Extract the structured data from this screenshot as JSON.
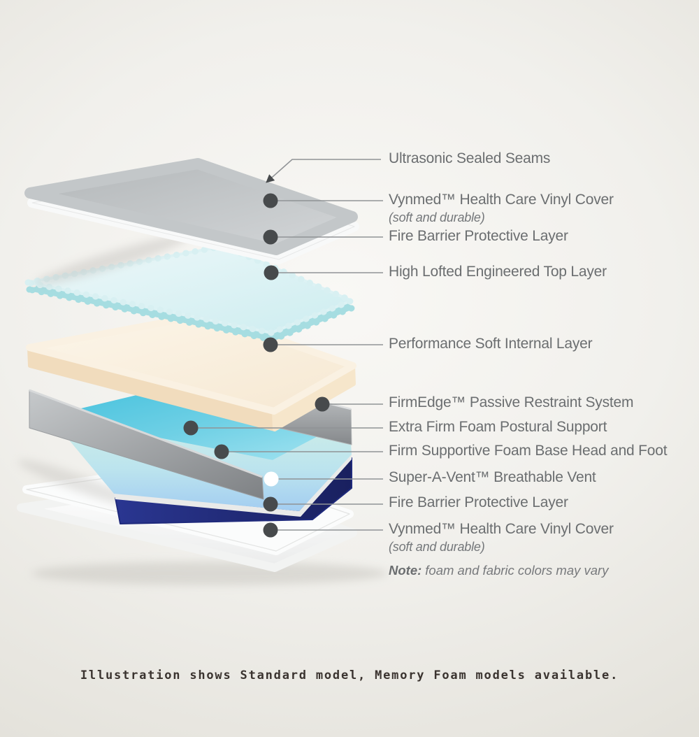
{
  "diagram": {
    "type": "exploded-mattress-layer-diagram",
    "callouts": [
      {
        "label": "Ultrasonic Sealed Seams",
        "marker": "arrow"
      },
      {
        "label": "Vynmed™ Health Care Vinyl Cover",
        "sub": "(soft and durable)",
        "marker": "dot"
      },
      {
        "label": "Fire Barrier Protective Layer",
        "marker": "dot"
      },
      {
        "label": "High Lofted Engineered Top Layer",
        "marker": "dot"
      },
      {
        "label": "Performance Soft Internal Layer",
        "marker": "dot"
      },
      {
        "label": "FirmEdge™ Passive Restraint System",
        "marker": "dot"
      },
      {
        "label": "Extra Firm Foam Postural Support",
        "marker": "dot"
      },
      {
        "label": "Firm Supportive Foam Base Head and Foot",
        "marker": "dot"
      },
      {
        "label": "Super-A-Vent™ Breathable Vent",
        "marker": "dot-white"
      },
      {
        "label": "Fire Barrier Protective Layer",
        "marker": "dot"
      },
      {
        "label": "Vynmed™ Health Care Vinyl Cover",
        "sub": "(soft and durable)",
        "marker": "dot"
      }
    ],
    "note": {
      "prefix": "Note:",
      "text": "foam and fabric colors may vary"
    },
    "footer": "Illustration shows Standard model, Memory Foam models available.",
    "colors": {
      "vinyl_cover_gray": "#c6c9cb",
      "fire_barrier_white": "#f8f9f9",
      "high_loft_cyan": "#d8f0f2",
      "high_loft_underside": "#a6dde1",
      "performance_cream": "#f8eedd",
      "firmedge_rail_gray": "#9b9ea1",
      "extra_firm_teal": "#4ec3de",
      "firm_base_blue": "#abd4ef",
      "super_a_vent_navy": "#1f2d7e",
      "callout_line": "#909396",
      "callout_dot": "#474a4c",
      "label_text": "#6b6e70",
      "footer_text": "#3a332f",
      "background": "#eceae4"
    }
  }
}
